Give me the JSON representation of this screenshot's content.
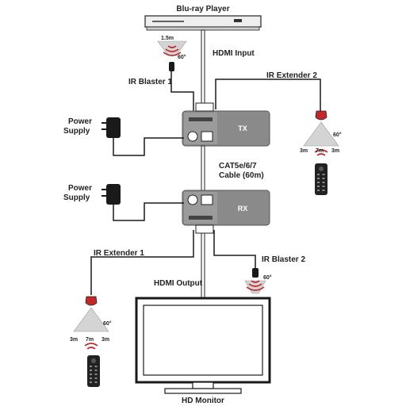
{
  "labels": {
    "player": "Blu-ray Player",
    "hdmi_input": "HDMI Input",
    "hdmi_output": "HDMI Output",
    "monitor": "HD Monitor",
    "ir_blaster_1": "IR Blaster 1",
    "ir_blaster_2": "IR Blaster 2",
    "ir_extender_1": "IR Extender 1",
    "ir_extender_2": "IR Extender 2",
    "power_supply": "Power",
    "power_supply_2": "Supply",
    "cable_line1": "CAT5e/6/7",
    "cable_line2": "Cable (60m)",
    "tx": "TX",
    "rx": "RX"
  },
  "specs": {
    "blaster_range": "1.5m",
    "angle": "60°",
    "ext_side": "3m",
    "ext_center": "7m"
  },
  "colors": {
    "device_body": "#8a8a8a",
    "device_dark": "#6f6f6f",
    "ir_red": "#c0282b",
    "cable": "#1a1a1a",
    "fan": "#d4d4d4"
  },
  "icons": [
    "blu-ray-player",
    "tv-monitor",
    "power-adapter",
    "ir-blaster",
    "ir-extender",
    "remote-control"
  ]
}
